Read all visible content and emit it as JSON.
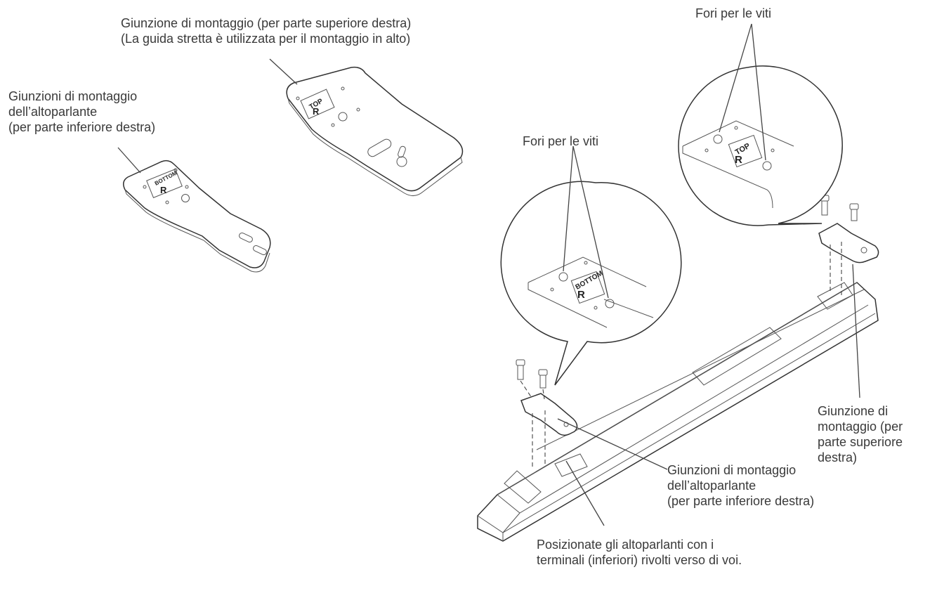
{
  "labels": {
    "top_bracket_detached": {
      "line1": "Giunzione di montaggio (per parte superiore destra)",
      "line2": "(La guida stretta è utilizzata per il montaggio in alto)"
    },
    "bottom_bracket_detached": {
      "line1": "Giunzioni di montaggio",
      "line2": "dell’altoparlante",
      "line3": "(per parte inferiore destra)"
    },
    "screw_holes_top": "Fori per le viti",
    "screw_holes_bottom": "Fori per le viti",
    "top_bracket_mounted": {
      "line1": "Giunzione di",
      "line2": "montaggio (per",
      "line3": "parte superiore",
      "line4": "destra)"
    },
    "bottom_bracket_mounted": {
      "line1": "Giunzioni di montaggio",
      "line2": "dell’altoparlante",
      "line3": "(per parte inferiore destra)"
    },
    "positioning_note": {
      "line1": "Posizionate gli altoparlanti con i",
      "line2": "terminali (inferiori) rivolti verso di voi."
    }
  },
  "plate_markings": {
    "top_text": "TOP",
    "bottom_text": "BOTTOM",
    "side_letter": "R"
  }
}
